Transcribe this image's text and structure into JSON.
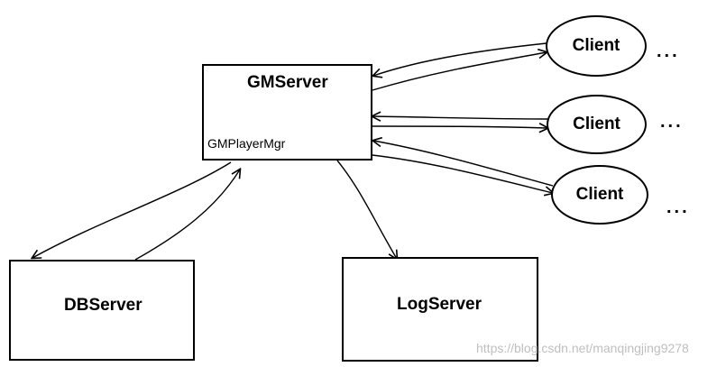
{
  "nodes": {
    "gm_server": {
      "title": "GMServer",
      "sublabel": "GMPlayerMgr"
    },
    "db_server": {
      "title": "DBServer"
    },
    "log_server": {
      "title": "LogServer"
    },
    "clients": [
      {
        "label": "Client",
        "ellipsis": "..."
      },
      {
        "label": "Client",
        "ellipsis": "..."
      },
      {
        "label": "Client",
        "ellipsis": "..."
      }
    ]
  },
  "edges": [
    {
      "from": "GMServer",
      "to": "Client 1",
      "direction": "both"
    },
    {
      "from": "GMServer",
      "to": "Client 2",
      "direction": "both"
    },
    {
      "from": "GMServer",
      "to": "Client 3",
      "direction": "both"
    },
    {
      "from": "GMServer",
      "to": "DBServer",
      "direction": "both"
    },
    {
      "from": "GMServer",
      "to": "LogServer",
      "direction": "one-way"
    }
  ],
  "watermark": "https://blog.csdn.net/manqingjing9278",
  "colors": {
    "stroke": "#000000",
    "background": "#ffffff",
    "watermark": "#bfbfbf"
  }
}
